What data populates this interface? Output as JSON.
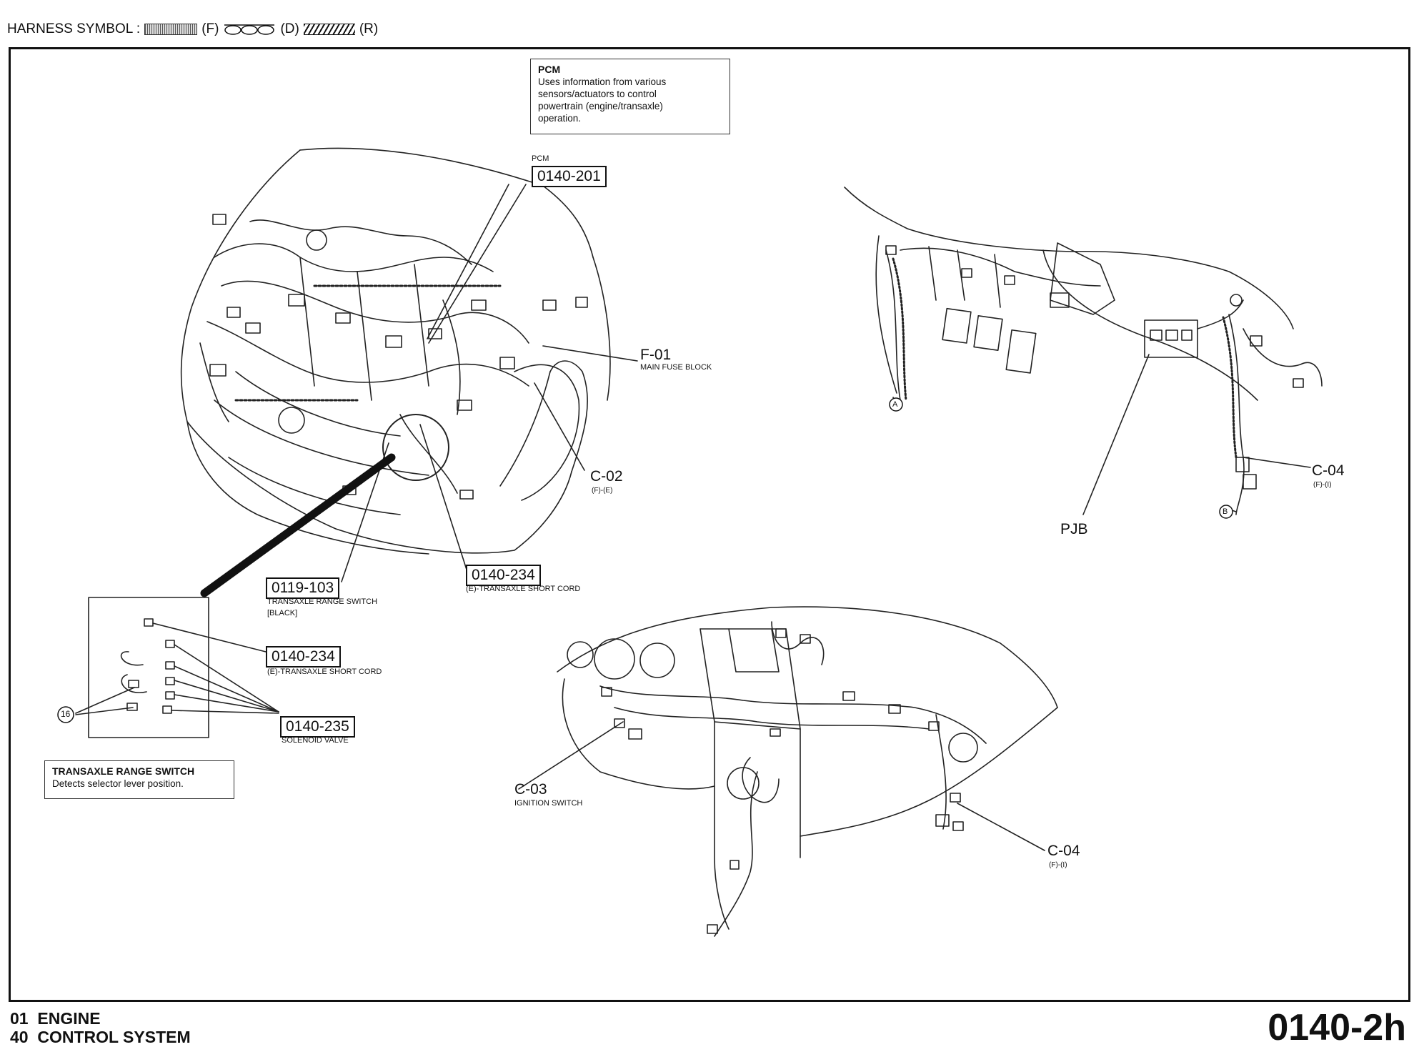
{
  "harness_symbol": {
    "label": "HARNESS SYMBOL :",
    "f": "(F)",
    "d": "(D)",
    "r": "(R)"
  },
  "pcm_box": {
    "title": "PCM",
    "lines": [
      "Uses information from various",
      "sensors/actuators to control",
      "powertrain (engine/transaxle)",
      "operation."
    ]
  },
  "callouts": {
    "pcm_small": "PCM",
    "pcm_code": "0140-201",
    "f01": "F-01",
    "f01_desc": "MAIN FUSE BLOCK",
    "c02": "C-02",
    "c02_sub": "(F)-(E)",
    "trs_code": "0119-103",
    "trs_desc1": "TRANSAXLE RANGE SWITCH",
    "trs_desc2": "[BLACK]",
    "tsc_code_top": "0140-234",
    "tsc_desc_top": "(E)-TRANSAXLE SHORT CORD",
    "tsc_code_detail": "0140-234",
    "tsc_desc_detail": "(E)-TRANSAXLE SHORT CORD",
    "sol_code": "0140-235",
    "sol_desc": "SOLENOID VALVE",
    "ground_16": "16",
    "c04_right": "C-04",
    "c04_right_sub": "(F)-(I)",
    "pjb": "PJB",
    "marker_a": "A",
    "marker_b": "B",
    "c03": "C-03",
    "c03_desc": "IGNITION SWITCH",
    "c04_dash": "C-04",
    "c04_dash_sub": "(F)-(I)"
  },
  "trs_box": {
    "title": "TRANSAXLE RANGE SWITCH",
    "text": "Detects selector lever position."
  },
  "footer": {
    "line1": "01  ENGINE",
    "line2": "40  CONTROL SYSTEM",
    "page_code": "0140-2h"
  }
}
